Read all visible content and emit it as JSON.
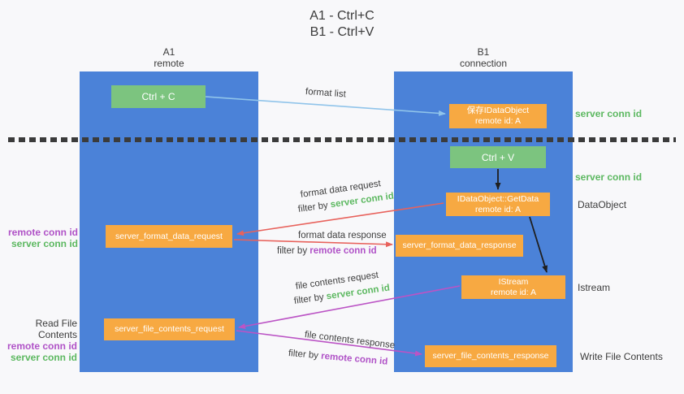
{
  "title": {
    "line1": "A1 - Ctrl+C",
    "line2": "B1 - Ctrl+V"
  },
  "lanes": {
    "a1": {
      "name": "A1",
      "subtitle": "remote"
    },
    "b1": {
      "name": "B1",
      "subtitle": "connection"
    }
  },
  "nodes": {
    "ctrl_c": {
      "label": "Ctrl + C"
    },
    "save_dataobject": {
      "line1": "保存IDataObject",
      "line2": "remote id: A"
    },
    "ctrl_v": {
      "label": "Ctrl + V"
    },
    "getdata": {
      "line1": "IDataObject::GetData",
      "line2": "remote id: A"
    },
    "format_request": {
      "label": "server_format_data_request"
    },
    "format_response": {
      "label": "server_format_data_response"
    },
    "istream": {
      "line1": "IStream",
      "line2": "remote id: A"
    },
    "file_request": {
      "label": "server_file_contents_request"
    },
    "file_response": {
      "label": "server_file_contents_response"
    }
  },
  "edge_labels": {
    "format_list": "format list",
    "format_data_request": "format data request",
    "format_data_response": "format data response",
    "file_contents_request": "file contents request",
    "file_contents_response": "file contents response",
    "filter_by": "filter by",
    "server_conn_id": "server conn id",
    "remote_conn_id": "remote conn id"
  },
  "side_labels": {
    "server_conn_id_top": "server conn id",
    "server_conn_id_mid": "server conn id",
    "dataobject": "DataObject",
    "istream": "Istream",
    "write_file_contents": "Write File Contents",
    "read_file_contents": "Read File Contents",
    "remote_conn_id_mid": "remote conn id",
    "server_conn_id_left_mid": "server conn id",
    "remote_conn_id_bottom": "remote conn id",
    "server_conn_id_left_bottom": "server conn id"
  },
  "colors": {
    "background": "#f8f8fa",
    "lane_blue": "#4b82d8",
    "node_green": "#7cc47f",
    "node_orange": "#f7a942",
    "arrow_light_blue": "#90c4ea",
    "arrow_red": "#e8625c",
    "arrow_purple": "#bb54c5",
    "arrow_black": "#1f1f1f",
    "label_green": "#5cb860",
    "label_purple": "#b052c7",
    "text_dark": "#3b3b3b"
  }
}
